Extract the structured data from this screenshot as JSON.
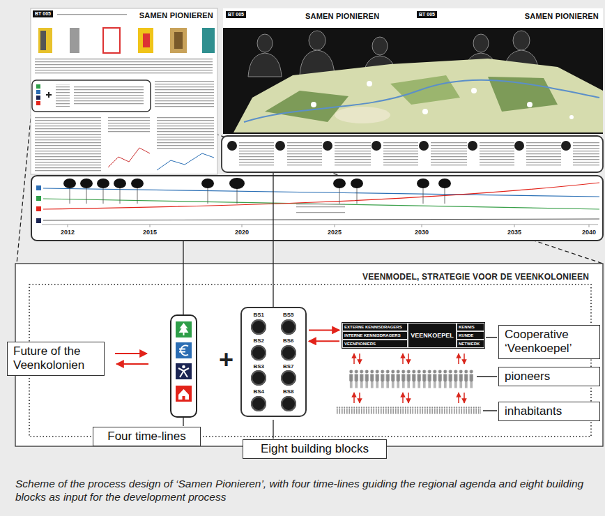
{
  "diagram": {
    "caption": "Scheme of the process design of ‘Samen Pionieren’, with four time-lines guiding the regional agenda and eight building blocks as input for the development process",
    "nodes": [
      {
        "text": [
          "BT 005",
          "SAMEN PIONIEREN"
        ]
      },
      {
        "text": [
          "BT 005",
          "SAMEN PIONIEREN",
          "BT 005",
          "SAMEN PIONIEREN"
        ]
      },
      {
        "text": [
          "2012",
          "2015",
          "2020",
          "2025",
          "2030",
          "2035",
          "2040"
        ]
      },
      {
        "text": [
          "VEENMODEL, STRATEGIE VOOR DE VEENKOLONIEEN"
        ]
      },
      {
        "text": [
          "Future of the Veenkolonien"
        ],
        "in": 3
      },
      {
        "text": [
          "BS1",
          "BS2",
          "BS3",
          "BS4",
          "BS5",
          "BS6",
          "BS7",
          "BS8"
        ],
        "in": 3
      },
      {
        "text": [
          "EXTERNE KENNISDRAGERS",
          "INTERNE KENNISDRAGERS",
          "VEENPIONIERS",
          "VEENKOEPEL",
          "KENNIS",
          "KUNDE",
          "NETWERK"
        ],
        "in": 3
      },
      {
        "text": [
          "Cooperative ‘Veenkoepel’"
        ],
        "in": 3
      },
      {
        "text": [
          "pioneers"
        ],
        "in": 3
      },
      {
        "text": [
          "inhabitants"
        ],
        "in": 3
      },
      {
        "text": [
          "Four time-lines"
        ]
      },
      {
        "text": [
          "Eight building blocks"
        ]
      }
    ],
    "edges": [
      {
        "from": 5,
        "to": 6,
        "arrow": "to"
      },
      {
        "from": 6,
        "to": 5,
        "arrow": "to"
      }
    ],
    "labels": [
      "+"
    ]
  }
}
